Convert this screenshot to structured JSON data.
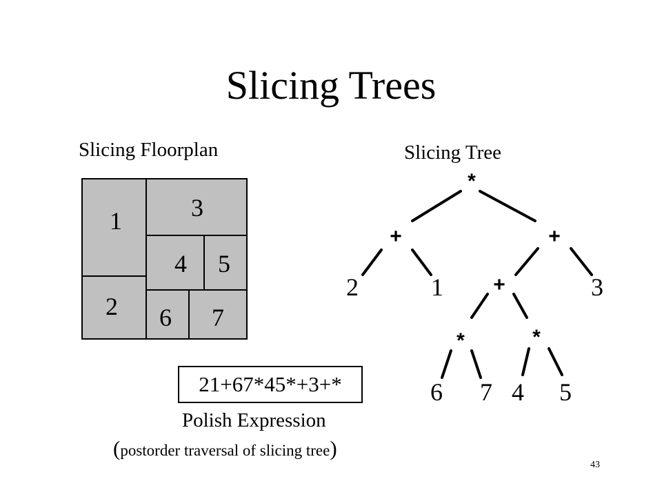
{
  "slide": {
    "title": "Slicing Trees",
    "page_number": "43"
  },
  "floorplan": {
    "title": "Slicing Floorplan",
    "room_fill": "#c0c0c0",
    "rooms": [
      "1",
      "2",
      "3",
      "4",
      "5",
      "6",
      "7"
    ]
  },
  "tree": {
    "title": "Slicing Tree",
    "operators": [
      "*",
      "+",
      "+",
      "+",
      "*",
      "*"
    ],
    "leaves": [
      "2",
      "1",
      "3",
      "6",
      "7",
      "4",
      "5"
    ]
  },
  "polish": {
    "expression": "21+67*45*+3+*",
    "caption": "Polish Expression",
    "note_open": "(",
    "note": "postorder traversal of slicing tree",
    "note_close": ")"
  }
}
